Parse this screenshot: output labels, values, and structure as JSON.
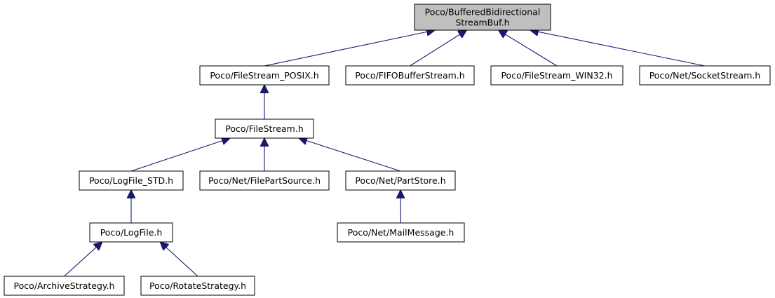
{
  "graph": {
    "nodes": [
      {
        "id": "root",
        "lines": [
          "Poco/BufferedBidirectional",
          "StreamBuf.h"
        ],
        "highlight": true
      },
      {
        "id": "posix",
        "lines": [
          "Poco/FileStream_POSIX.h"
        ]
      },
      {
        "id": "fifo",
        "lines": [
          "Poco/FIFOBufferStream.h"
        ]
      },
      {
        "id": "win32",
        "lines": [
          "Poco/FileStream_WIN32.h"
        ]
      },
      {
        "id": "socket",
        "lines": [
          "Poco/Net/SocketStream.h"
        ]
      },
      {
        "id": "filestream",
        "lines": [
          "Poco/FileStream.h"
        ]
      },
      {
        "id": "logstd",
        "lines": [
          "Poco/LogFile_STD.h"
        ]
      },
      {
        "id": "filepart",
        "lines": [
          "Poco/Net/FilePartSource.h"
        ]
      },
      {
        "id": "partstore",
        "lines": [
          "Poco/Net/PartStore.h"
        ]
      },
      {
        "id": "logfile",
        "lines": [
          "Poco/LogFile.h"
        ]
      },
      {
        "id": "mailmsg",
        "lines": [
          "Poco/Net/MailMessage.h"
        ]
      },
      {
        "id": "archive",
        "lines": [
          "Poco/ArchiveStrategy.h"
        ]
      },
      {
        "id": "rotate",
        "lines": [
          "Poco/RotateStrategy.h"
        ]
      }
    ],
    "edges": [
      {
        "from": "posix",
        "to": "root"
      },
      {
        "from": "fifo",
        "to": "root"
      },
      {
        "from": "win32",
        "to": "root"
      },
      {
        "from": "socket",
        "to": "root"
      },
      {
        "from": "filestream",
        "to": "posix"
      },
      {
        "from": "logstd",
        "to": "filestream"
      },
      {
        "from": "filepart",
        "to": "filestream"
      },
      {
        "from": "partstore",
        "to": "filestream"
      },
      {
        "from": "logfile",
        "to": "logstd"
      },
      {
        "from": "mailmsg",
        "to": "partstore"
      },
      {
        "from": "archive",
        "to": "logfile"
      },
      {
        "from": "rotate",
        "to": "logfile"
      }
    ]
  },
  "colors": {
    "edge": "#191970",
    "highlight_fill": "#bfbfbf",
    "node_fill": "#ffffff",
    "node_stroke": "#000000"
  }
}
